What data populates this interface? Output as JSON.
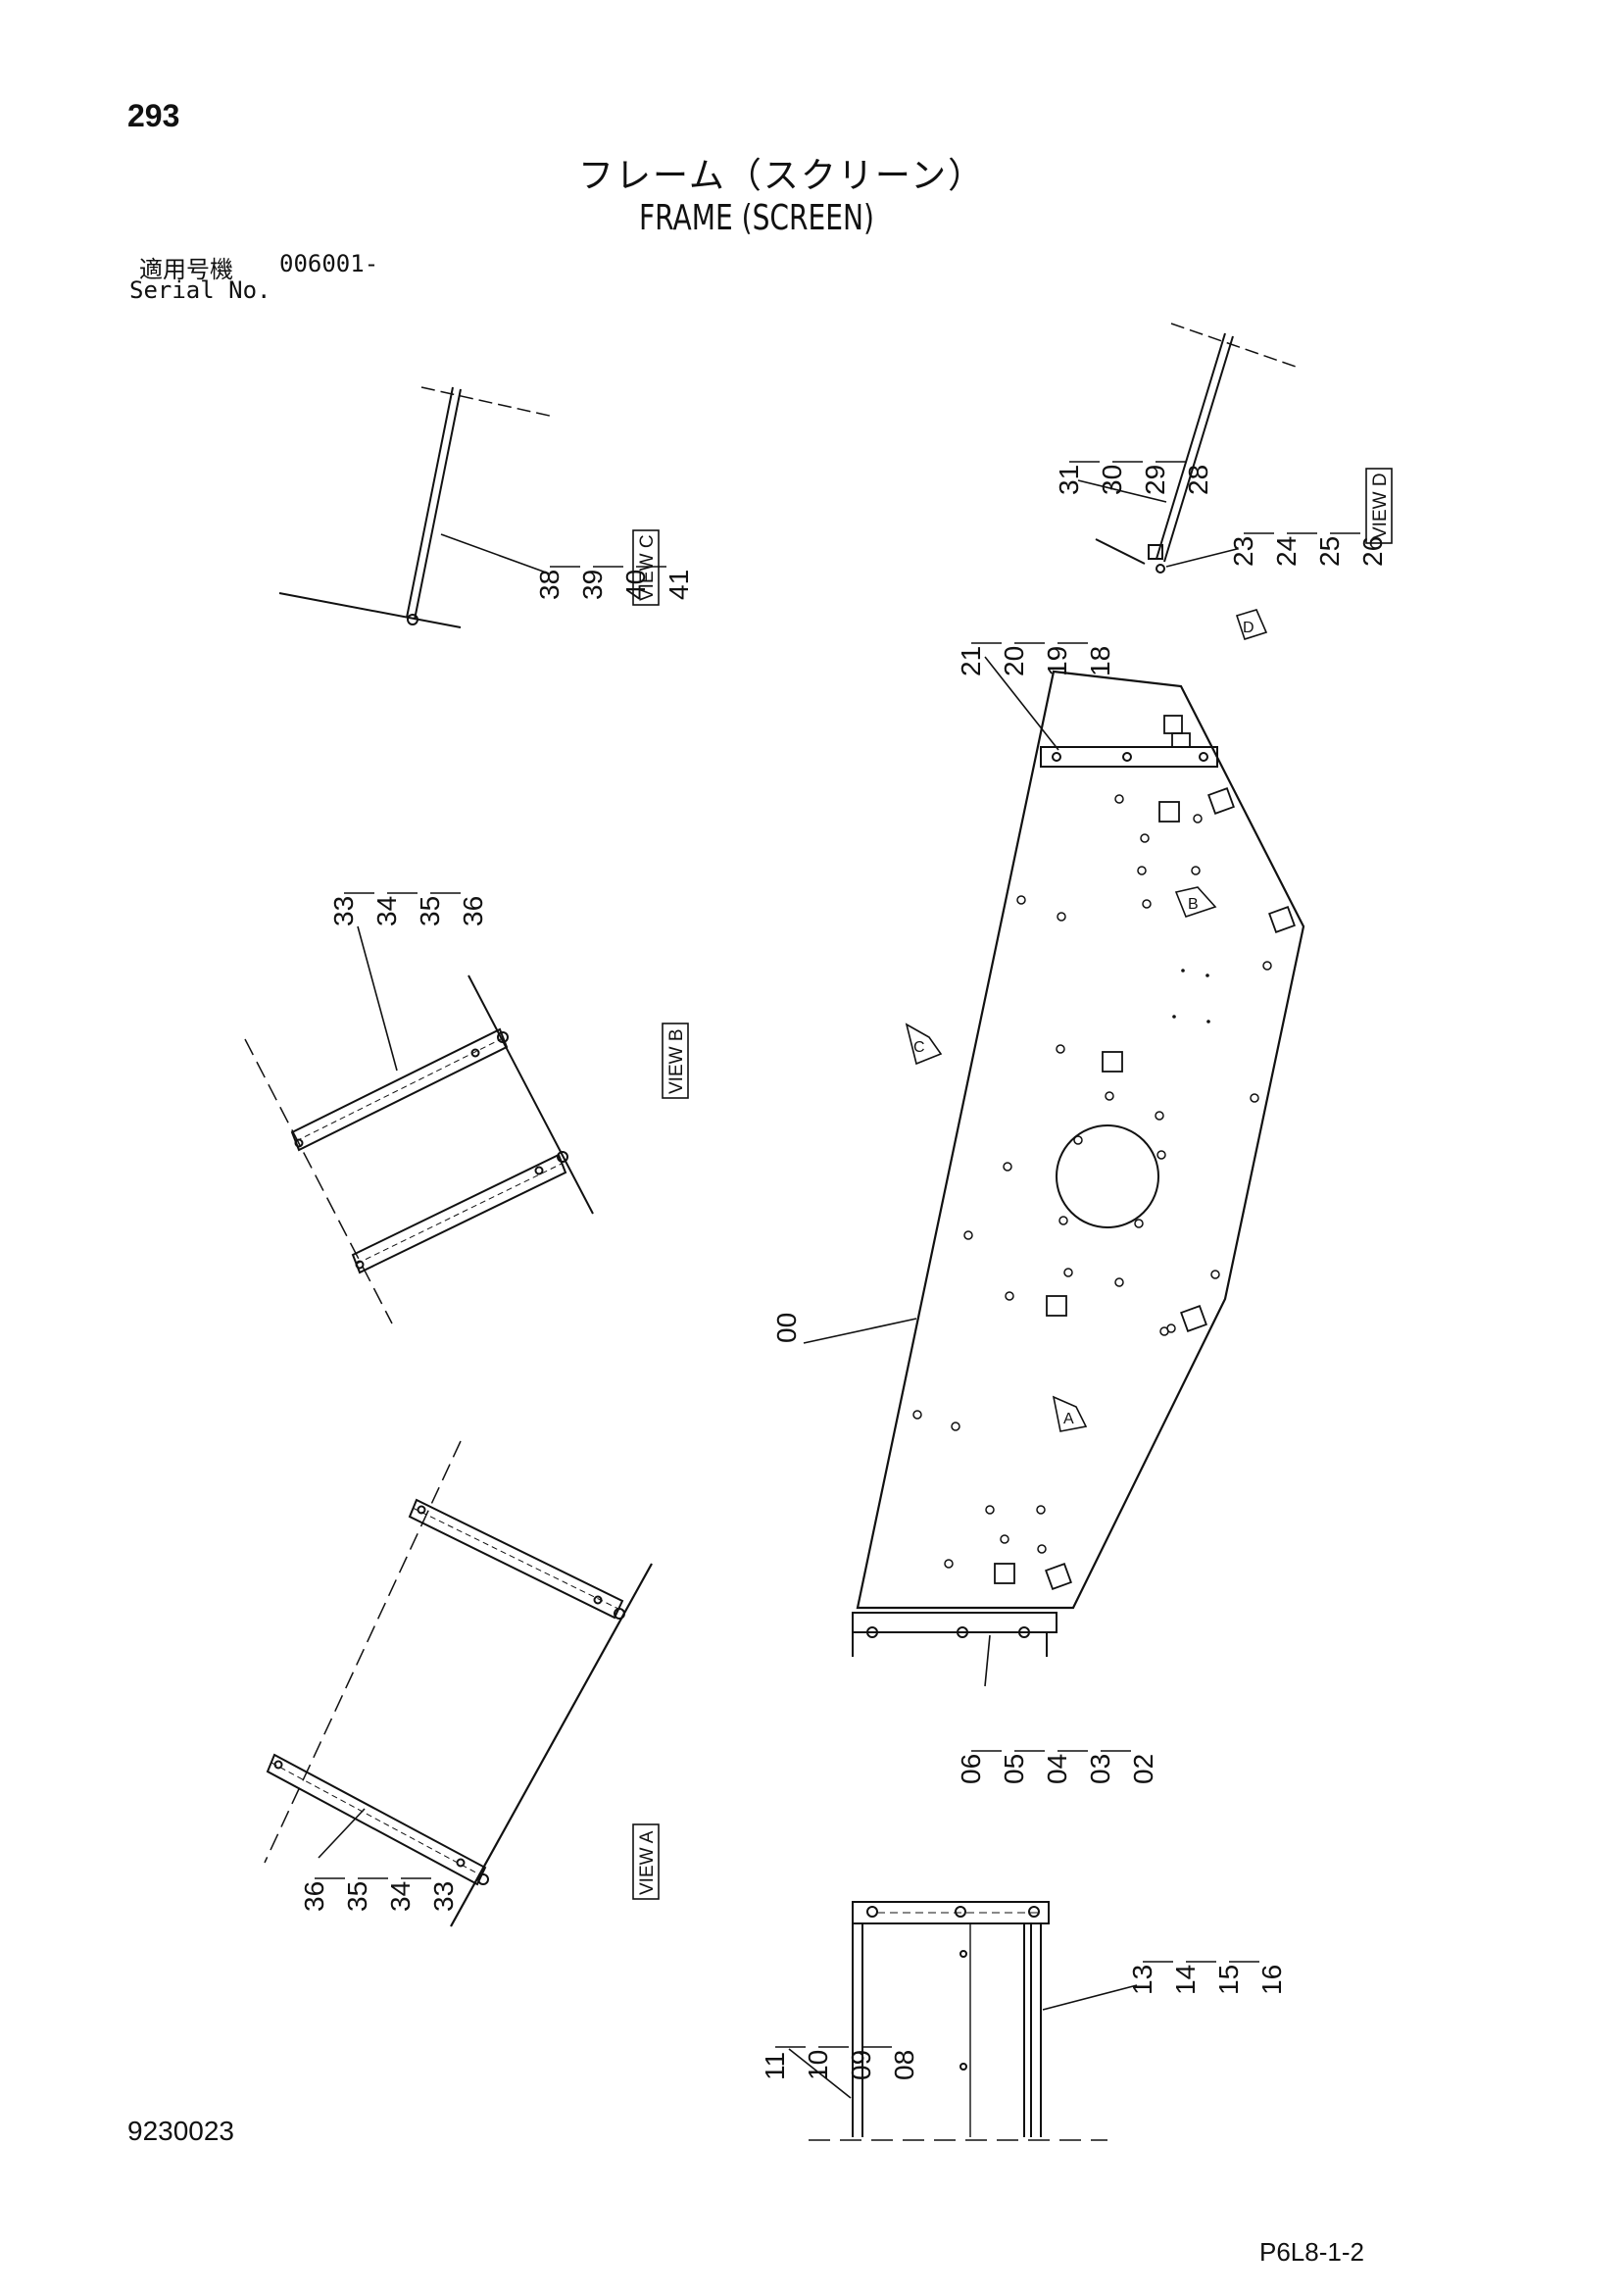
{
  "header": {
    "page_number": "293",
    "title_ja": "フレーム（スクリーン）",
    "title_en": "FRAME (SCREEN)",
    "serial_label_ja": "適用号機",
    "serial_value": "006001-",
    "serial_label_en": "Serial No."
  },
  "footer": {
    "document_number": "9230023",
    "page_code": "P6L8-1-2"
  },
  "views": {
    "view_a": "VIEW A",
    "view_b": "VIEW B",
    "view_c": "VIEW C",
    "view_d": "VIEW D"
  },
  "view_markers": {
    "a": "A",
    "b": "B",
    "c": "C",
    "d": "D"
  },
  "callouts": {
    "main_frame": [
      "00"
    ],
    "main_bottom_bracket": [
      "06",
      "05",
      "04",
      "03",
      "02"
    ],
    "main_top_bracket": [
      "21",
      "20",
      "19",
      "18"
    ],
    "view_d_upper": [
      "31",
      "30",
      "29",
      "28"
    ],
    "view_d_lower": [
      "23",
      "24",
      "25",
      "26"
    ],
    "view_c": [
      "38",
      "39",
      "40",
      "41"
    ],
    "view_b": [
      "33",
      "34",
      "35",
      "36"
    ],
    "view_a": [
      "36",
      "35",
      "34",
      "33"
    ],
    "bottom_left": [
      "11",
      "10",
      "09",
      "08"
    ],
    "bottom_right": [
      "13",
      "14",
      "15",
      "16"
    ]
  }
}
